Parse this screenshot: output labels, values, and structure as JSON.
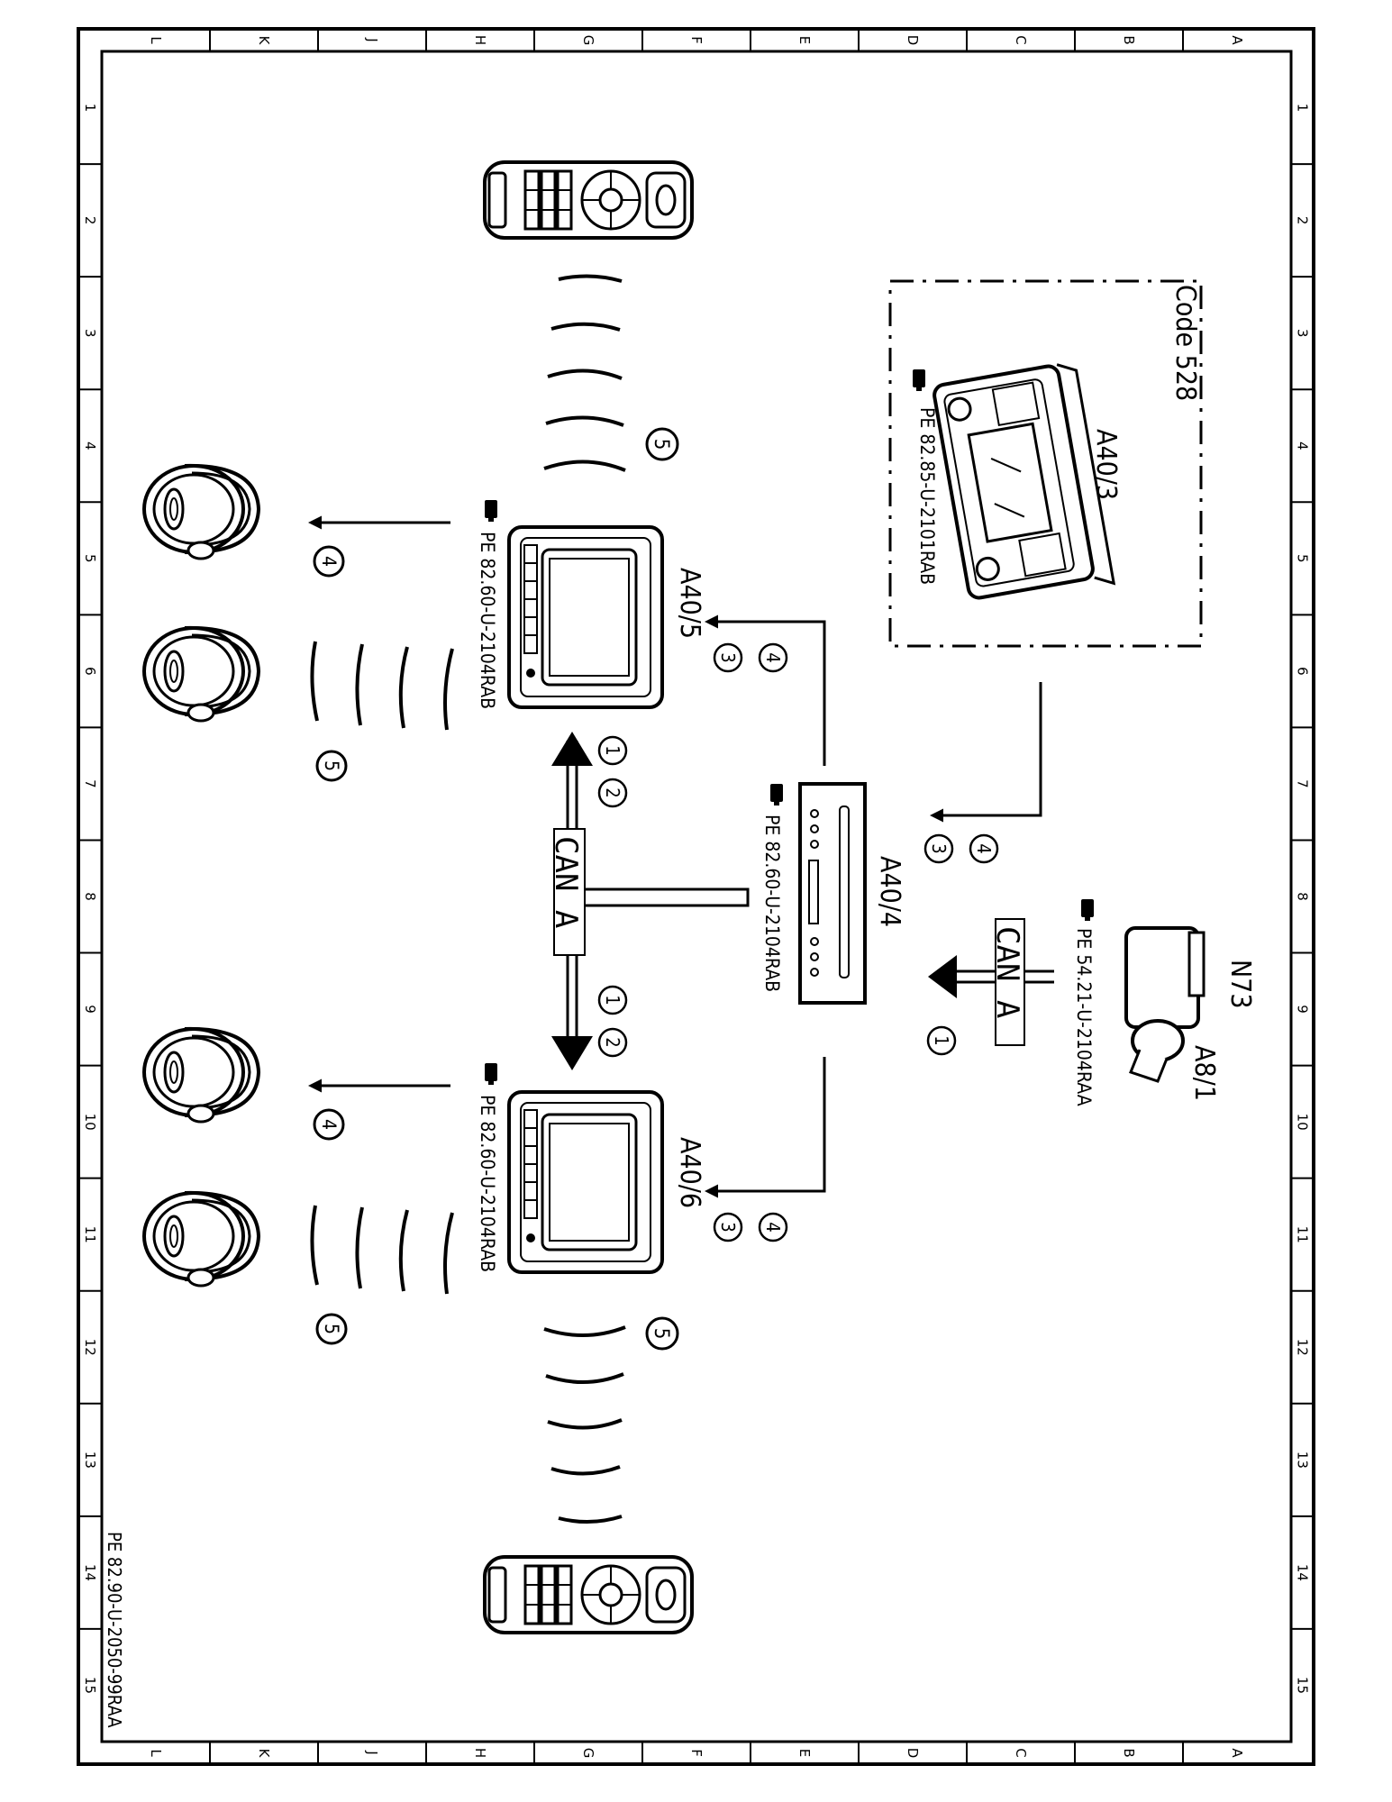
{
  "document_id": "PE 82.90-U-2050-99RAA",
  "grid": {
    "letters": [
      "L",
      "K",
      "J",
      "H",
      "G",
      "F",
      "E",
      "D",
      "C",
      "B",
      "A"
    ],
    "numbers": [
      "1",
      "2",
      "3",
      "4",
      "5",
      "6",
      "7",
      "8",
      "9",
      "10",
      "11",
      "12",
      "13",
      "14",
      "15"
    ]
  },
  "components": {
    "a40_3": {
      "label": "A40/3",
      "ref": "PE 82.85-U-2101RAB"
    },
    "code": "Code 528",
    "a40_4": {
      "label": "A40/4",
      "ref": "PE 82.60-U-2104RAB"
    },
    "a40_5": {
      "label": "A40/5",
      "ref": "PE 82.60-U-2104RAB"
    },
    "a40_6": {
      "label": "A40/6",
      "ref": "PE 82.60-U-2104RAB"
    },
    "n73": {
      "label": "N73",
      "sub": "A8/1",
      "ref": "PE 54.21-U-2104RAA"
    }
  },
  "bus_label": "CAN A",
  "markers": {
    "m1": "1",
    "m2": "2",
    "m3": "3",
    "m4": "4",
    "m5": "5"
  }
}
